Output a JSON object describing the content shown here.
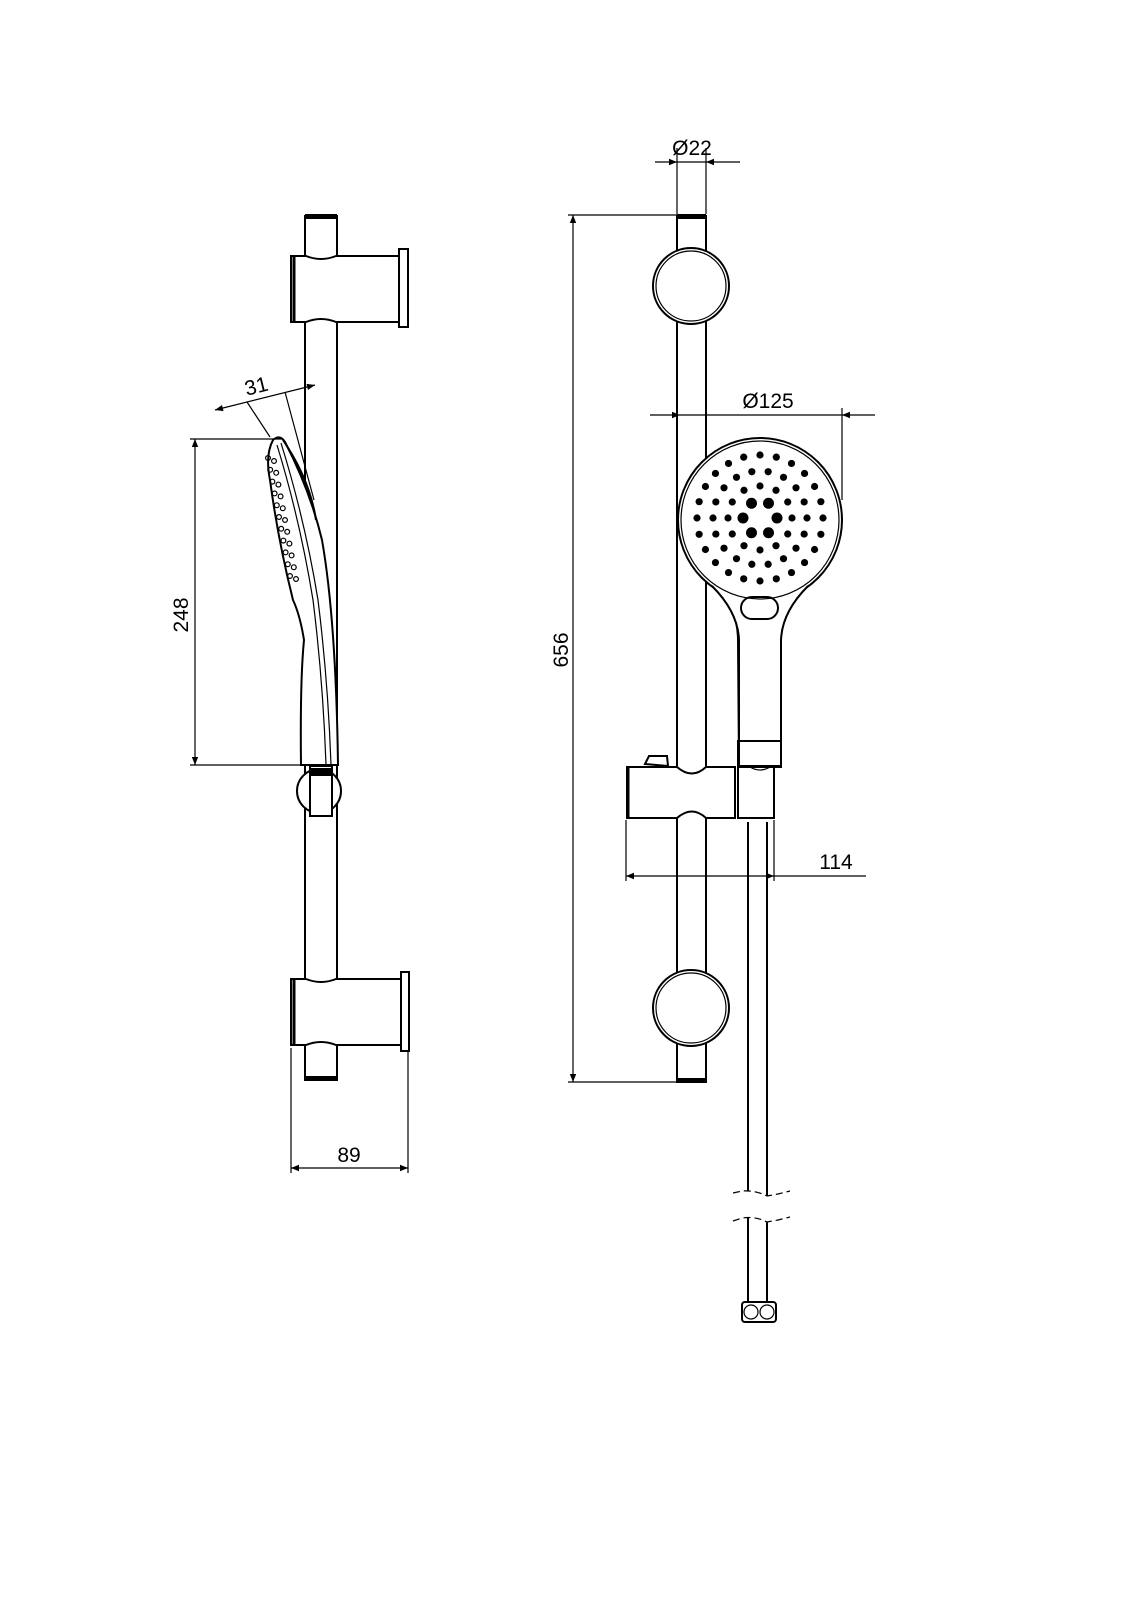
{
  "drawing": {
    "line_color": "#000000",
    "background": "#ffffff",
    "side_view": {
      "dim_handshower_depth": "31",
      "dim_handshower_length": "248",
      "dim_wall_projection": "89"
    },
    "front_view": {
      "dim_rail_diameter": "Ø22",
      "dim_head_diameter": "Ø125",
      "dim_rail_length": "656",
      "dim_slider_projection": "114"
    }
  }
}
